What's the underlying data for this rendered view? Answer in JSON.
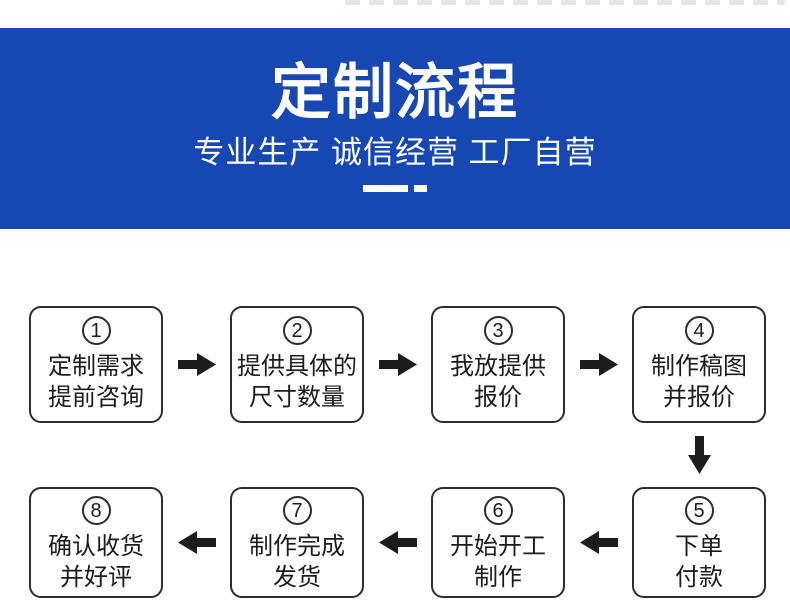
{
  "banner": {
    "title": "定制流程",
    "subtitle": "专业生产 诚信经营 工厂自营",
    "bg_color": "#1747b3",
    "text_color": "#ffffff"
  },
  "flow": {
    "box_border_color": "#2d2d2d",
    "text_color": "#1c1c1c",
    "arrow_color": "#1c1c1c",
    "row1": [
      {
        "num": "1",
        "line1": "定制需求",
        "line2": "提前咨询"
      },
      {
        "num": "2",
        "line1": "提供具体的",
        "line2": "尺寸数量"
      },
      {
        "num": "3",
        "line1": "我放提供",
        "line2": "报价"
      },
      {
        "num": "4",
        "line1": "制作稿图",
        "line2": "并报价"
      }
    ],
    "row2": [
      {
        "num": "8",
        "line1": "确认收货",
        "line2": "并好评"
      },
      {
        "num": "7",
        "line1": "制作完成",
        "line2": "发货"
      },
      {
        "num": "6",
        "line1": "开始开工",
        "line2": "制作"
      },
      {
        "num": "5",
        "line1": "下单",
        "line2": "付款"
      }
    ],
    "icons": {
      "between_row1_steps": "arrow-right-icon",
      "between_rows": "arrow-down-icon",
      "between_row2_steps": "arrow-left-icon"
    }
  }
}
